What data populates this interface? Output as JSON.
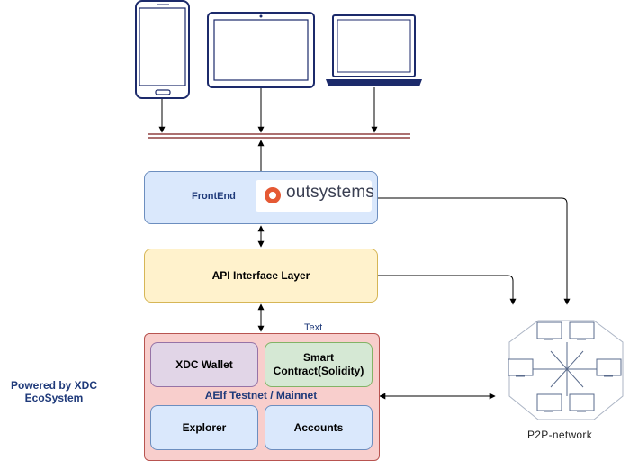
{
  "devices": [
    {
      "name": "Mobile phone"
    },
    {
      "name": "Tablet"
    },
    {
      "name": "Laptop"
    }
  ],
  "frontend": {
    "label": "FrontEnd",
    "logo_text": "outsystems"
  },
  "api": {
    "label": "API Interface Layer"
  },
  "platform": {
    "label": "AElf Testnet / Mainnet",
    "text_tag": "Text",
    "wallet": "XDC Wallet",
    "smart_contract_line1": "Smart",
    "smart_contract_line2": "Contract(Solidity)",
    "explorer": "Explorer",
    "accounts": "Accounts"
  },
  "powered_by": {
    "line1": "Powered by XDC",
    "line2": "EcoSystem"
  },
  "p2p": {
    "label": "P2P-network"
  },
  "colors": {
    "frontend_fill": "#dae8fc",
    "api_fill": "#fff2cc",
    "platform_fill": "#f8cecc",
    "wallet_fill": "#e1d5e7",
    "contract_fill": "#d5e8d4",
    "device_stroke": "#1c2a6b",
    "bus_line": "#7a1a1a",
    "outsystems_logo": "#e55934"
  }
}
